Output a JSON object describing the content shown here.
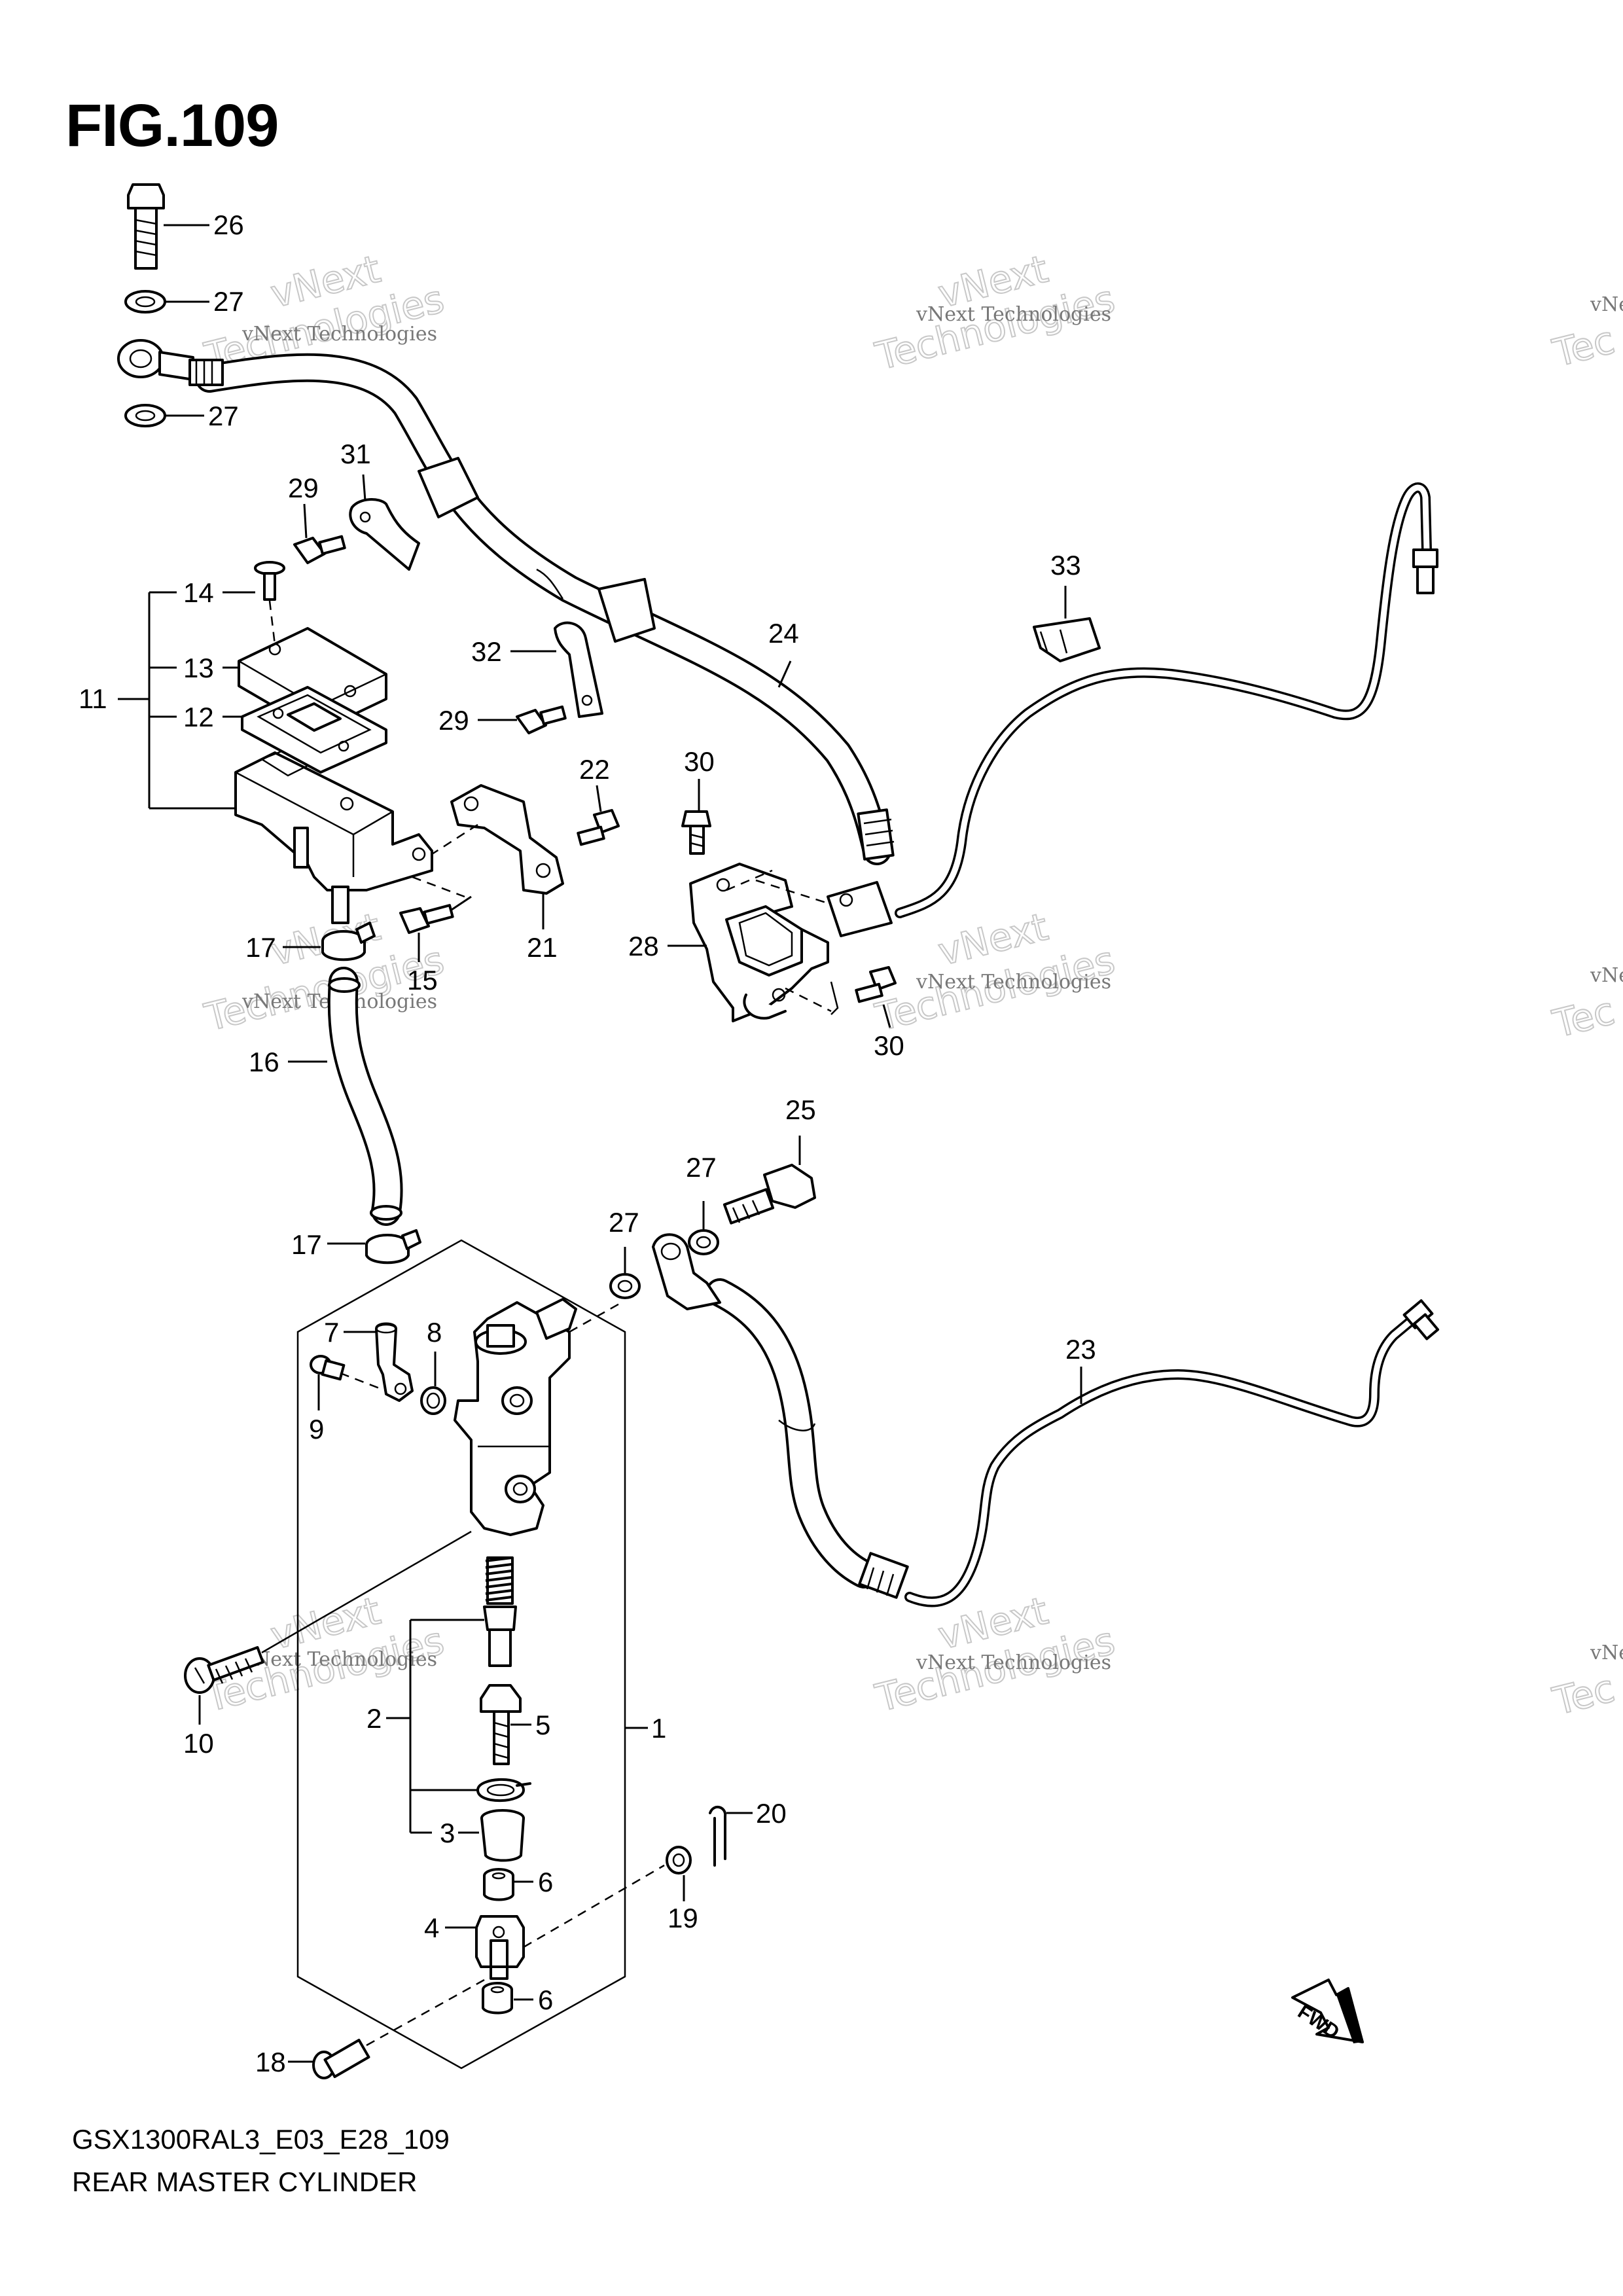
{
  "figure": {
    "title": "FIG.109",
    "model_code": "GSX1300RAL3_E03_E28_109",
    "name": "REAR MASTER CYLINDER"
  },
  "watermark": {
    "small_text": "vNext Technologies",
    "small_text_cut": "vNe",
    "big_line1": "vNext",
    "big_line2": "Technologies",
    "big_line2_cut": "Tec"
  },
  "callouts": {
    "c1": "1",
    "c2": "2",
    "c3": "3",
    "c4": "4",
    "c5": "5",
    "c6a": "6",
    "c6b": "6",
    "c7": "7",
    "c8": "8",
    "c9": "9",
    "c10": "10",
    "c11": "11",
    "c12": "12",
    "c13": "13",
    "c14": "14",
    "c15": "15",
    "c16": "16",
    "c17a": "17",
    "c17b": "17",
    "c18": "18",
    "c19": "19",
    "c20": "20",
    "c21": "21",
    "c22": "22",
    "c23": "23",
    "c24": "24",
    "c25": "25",
    "c26": "26",
    "c27a": "27",
    "c27b": "27",
    "c27c": "27",
    "c27d": "27",
    "c28": "28",
    "c29a": "29",
    "c29b": "29",
    "c30a": "30",
    "c30b": "30",
    "c31": "31",
    "c32": "32",
    "c33": "33"
  },
  "fwd_label": "FWD"
}
